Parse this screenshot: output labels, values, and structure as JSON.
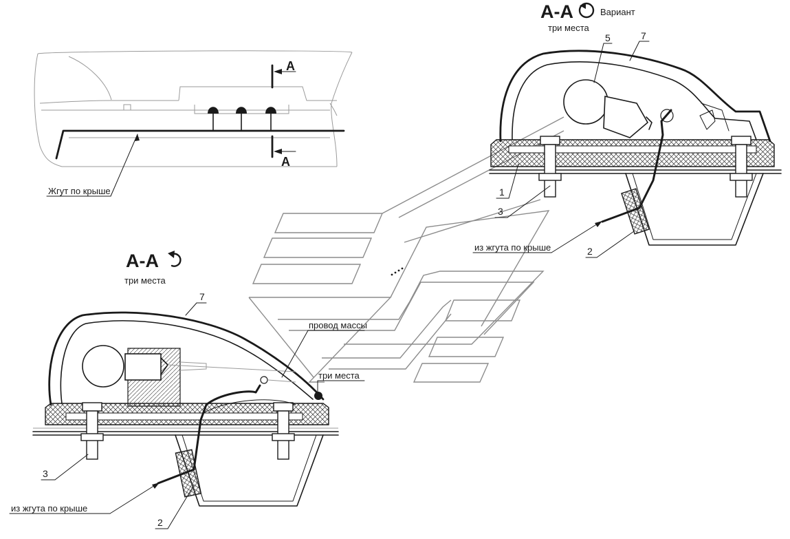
{
  "top_view": {
    "section_mark": "A",
    "harness_label": "Жгут по крыше"
  },
  "section_main": {
    "title": "А-А",
    "subtitle": "три места",
    "ground_wire_label": "провод массы",
    "three_places_label": "три места",
    "harness_label": "из жгута по крыше",
    "callouts": [
      "7",
      "3",
      "2"
    ]
  },
  "section_variant": {
    "title": "А-А",
    "variant_label": "Вариант",
    "subtitle": "три места",
    "harness_label": "из жгута по крыше",
    "callouts": [
      "5",
      "7",
      "1",
      "3",
      "2"
    ]
  }
}
